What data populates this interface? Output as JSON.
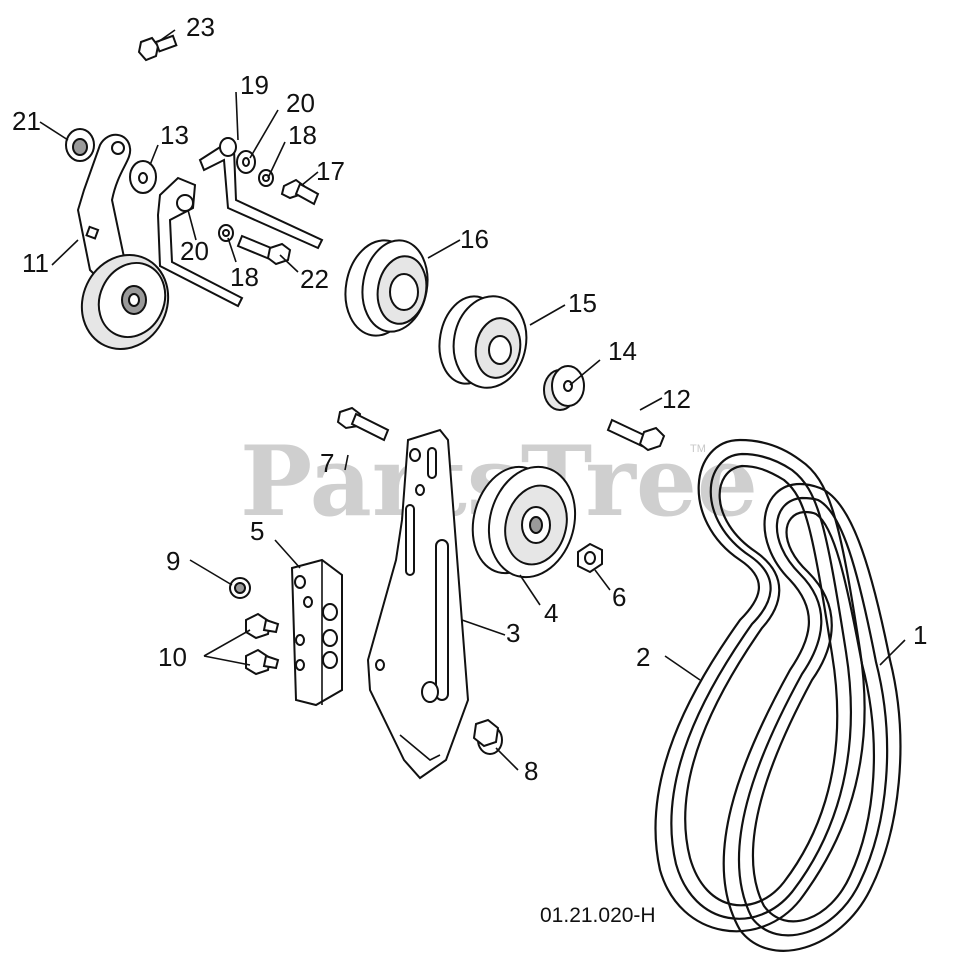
{
  "watermark": {
    "text": "PartsTree",
    "trademark": "TM"
  },
  "drawing_code": "01.21.020-H",
  "callouts": [
    {
      "id": "c1",
      "label": "1"
    },
    {
      "id": "c2",
      "label": "2"
    },
    {
      "id": "c3",
      "label": "3"
    },
    {
      "id": "c4",
      "label": "4"
    },
    {
      "id": "c5",
      "label": "5"
    },
    {
      "id": "c6",
      "label": "6"
    },
    {
      "id": "c7",
      "label": "7"
    },
    {
      "id": "c8",
      "label": "8"
    },
    {
      "id": "c9",
      "label": "9"
    },
    {
      "id": "c10",
      "label": "10"
    },
    {
      "id": "c11",
      "label": "11"
    },
    {
      "id": "c12",
      "label": "12"
    },
    {
      "id": "c13",
      "label": "13"
    },
    {
      "id": "c14",
      "label": "14"
    },
    {
      "id": "c15",
      "label": "15"
    },
    {
      "id": "c16",
      "label": "16"
    },
    {
      "id": "c17",
      "label": "17"
    },
    {
      "id": "c18a",
      "label": "18"
    },
    {
      "id": "c18b",
      "label": "18"
    },
    {
      "id": "c19",
      "label": "19"
    },
    {
      "id": "c20a",
      "label": "20"
    },
    {
      "id": "c20b",
      "label": "20"
    },
    {
      "id": "c21",
      "label": "21"
    },
    {
      "id": "c22",
      "label": "22"
    },
    {
      "id": "c23",
      "label": "23"
    }
  ]
}
